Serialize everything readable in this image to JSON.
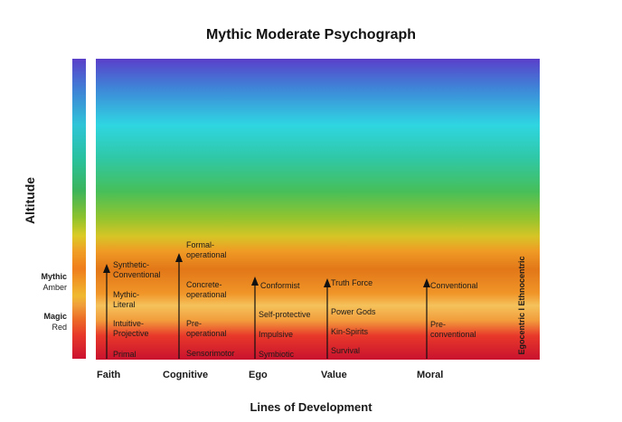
{
  "title": "Mythic Moderate Psychograph",
  "y_axis_title": "Altitude",
  "x_axis_title": "Lines of Development",
  "stages": {
    "mythic": "Mythic",
    "amber": "Amber",
    "magic": "Magic",
    "red": "Red"
  },
  "lines": {
    "faith": {
      "name": "Faith",
      "levels": [
        "Primal",
        "Intuitive-\nProjective",
        "Mythic-\nLiteral",
        "Synthetic-\nConventional"
      ]
    },
    "cognitive": {
      "name": "Cognitive",
      "levels": [
        "Sensorimotor",
        "Pre-\noperational",
        "Concrete-\noperational",
        "Formal-\noperational"
      ]
    },
    "ego": {
      "name": "Ego",
      "levels": [
        "Symbiotic",
        "Impulsive",
        "Self-protective",
        "Conformist"
      ]
    },
    "value": {
      "name": "Value",
      "levels": [
        "Survival",
        "Kin-Spirits",
        "Power Gods",
        "Truth Force"
      ]
    },
    "moral": {
      "name": "Moral",
      "levels": [
        "Pre-\nconventional",
        "Conventional"
      ]
    }
  },
  "vertical_label": "Egocentric  I  Ethnocentric",
  "colors": {
    "arrow": "#111111"
  }
}
